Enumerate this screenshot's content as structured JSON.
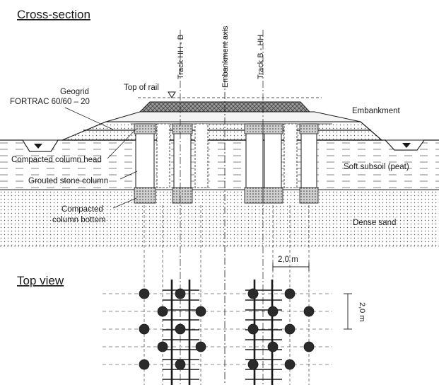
{
  "cross_section": {
    "heading": "Cross-section",
    "labels": {
      "track_hh_b": "Track HH - B",
      "embankment_axis": "Embankment axis",
      "track_b_hh": "Track B - HH",
      "top_of_rail": "Top of rail",
      "geogrid": "Geogrid",
      "fortrac": "FORTRAC 60/60 – 20",
      "embankment": "Embankment",
      "compacted_column_head": "Compacted column head",
      "soft_subsoil": "Soft subsoil (peat)",
      "grouted_stone_column": "Grouted stone column",
      "compacted_column_bottom_1": "Compacted",
      "compacted_column_bottom_2": "column bottom",
      "dense_sand": "Dense sand",
      "spacing_horizontal": "2,0 m"
    }
  },
  "top_view": {
    "heading": "Top view",
    "spacing_vertical": "2,0 m"
  },
  "colors": {
    "ink": "#1a1a1a",
    "peat_fill": "#e6e6e6",
    "sand_fill": "#efefef",
    "ballast_fill": "#8a8a8a",
    "column_fill": "#ffffff"
  }
}
